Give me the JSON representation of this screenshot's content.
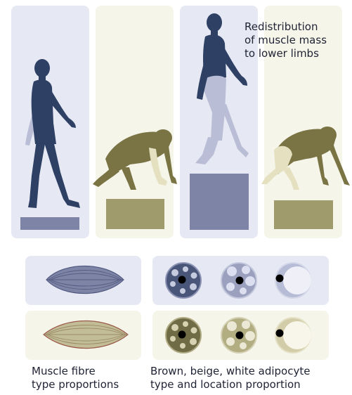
{
  "top_annotation": {
    "line1": "Redistribution",
    "line2": "of muscle mass",
    "line3": "to lower limbs"
  },
  "bottom_left_caption": {
    "line1": "Muscle fibre",
    "line2": "type proportions"
  },
  "bottom_right_caption": {
    "line1": "Brown, beige, white adipocyte",
    "line2": "type and location proportion"
  },
  "colors": {
    "human_dark": "#2e4064",
    "human_light": "#b9bdd6",
    "ape_dark": "#7a7445",
    "ape_light": "#e4e0c0",
    "bar_blue": "#7d84a6",
    "bar_olive": "#a09b6c",
    "panel_blue": "#e6e8f3",
    "panel_cream": "#f5f5ea"
  }
}
